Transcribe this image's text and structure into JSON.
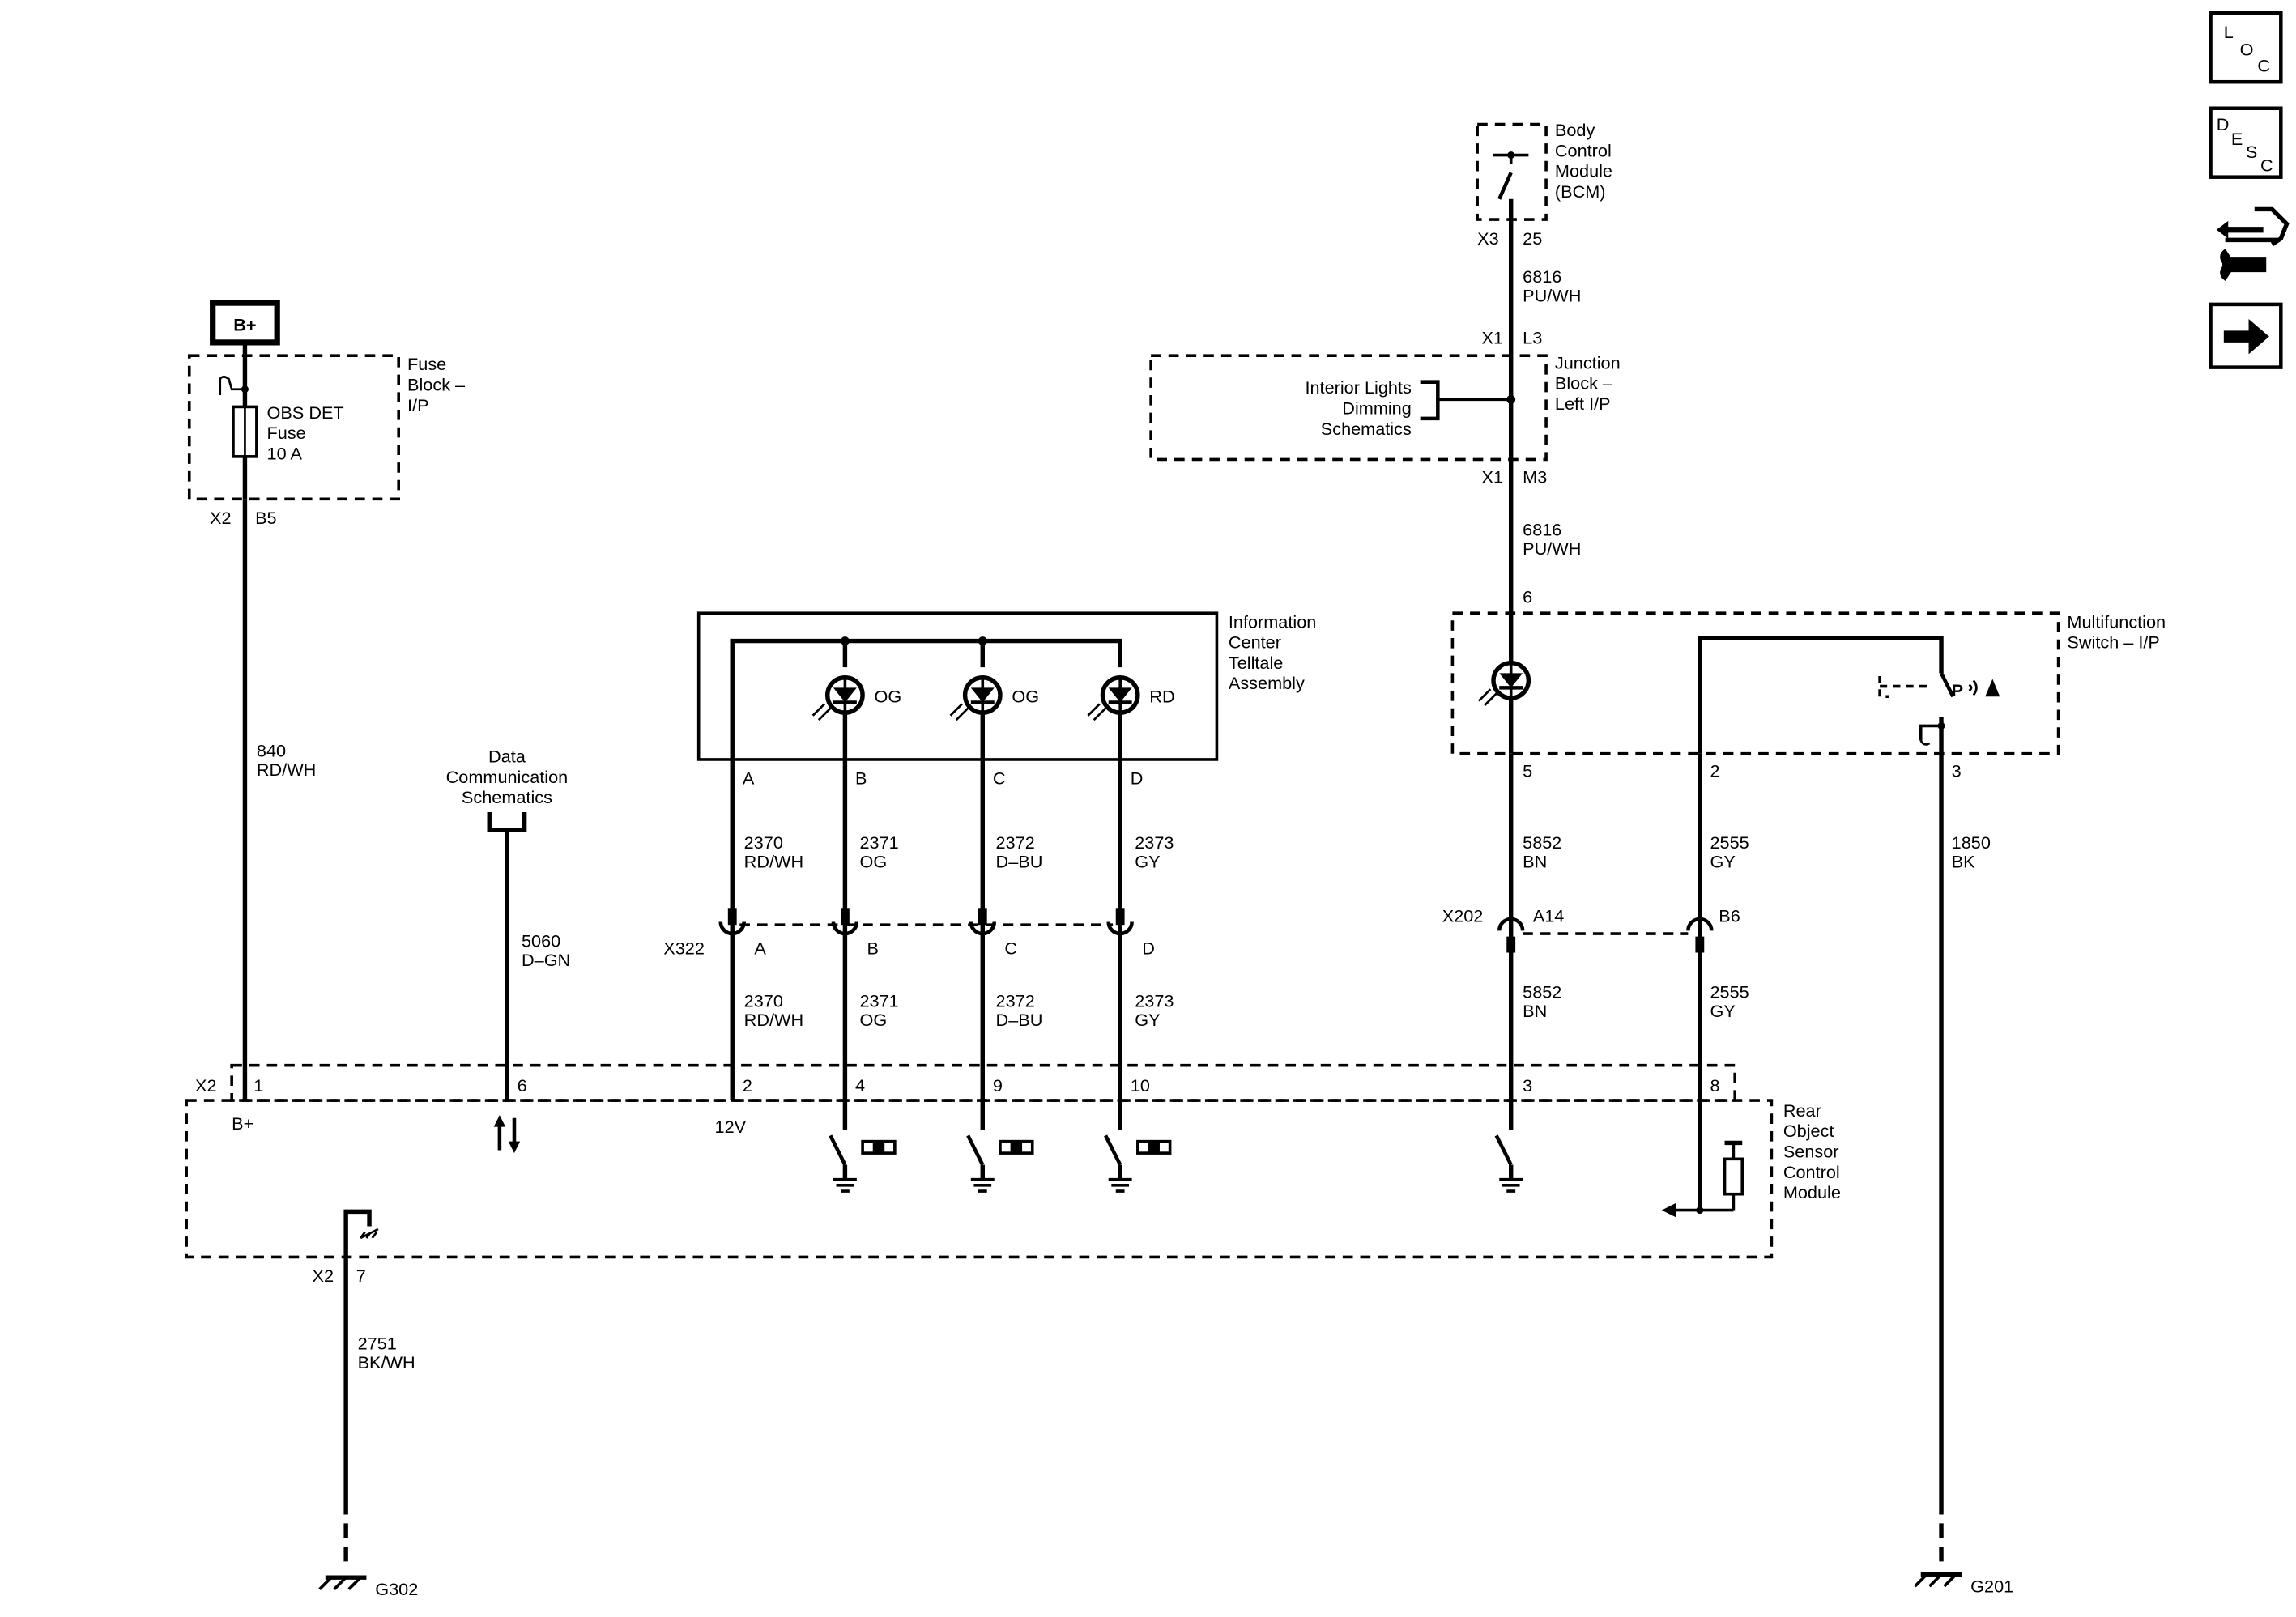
{
  "supply": {
    "b_plus": "B+"
  },
  "fuse_block": {
    "name_lines": [
      "Fuse",
      "Block –",
      "I/P"
    ],
    "fuse_lines": [
      "OBS DET",
      "Fuse",
      "10 A"
    ],
    "connector": "X2",
    "pin": "B5"
  },
  "wire_840": {
    "circuit": "840",
    "color": "RD/WH"
  },
  "data_comm": {
    "label_lines": [
      "Data",
      "Communication",
      "Schematics"
    ]
  },
  "wire_5060": {
    "circuit": "5060",
    "color": "D–GN"
  },
  "telltale": {
    "name_lines": [
      "Information",
      "Center",
      "Telltale",
      "Assembly"
    ],
    "lamps": [
      {
        "color": "OG"
      },
      {
        "color": "OG"
      },
      {
        "color": "RD"
      }
    ],
    "pins": [
      "A",
      "B",
      "C",
      "D"
    ]
  },
  "telltale_wires": [
    {
      "circuit": "2370",
      "color": "RD/WH"
    },
    {
      "circuit": "2371",
      "color": "OG"
    },
    {
      "circuit": "2372",
      "color": "D–BU"
    },
    {
      "circuit": "2373",
      "color": "GY"
    }
  ],
  "x322": {
    "name": "X322",
    "pins": [
      "A",
      "B",
      "C",
      "D"
    ]
  },
  "module": {
    "connector": "X2",
    "pins": [
      "1",
      "6",
      "2",
      "4",
      "9",
      "10",
      "3",
      "8"
    ],
    "b_plus": "B+",
    "v12": "12V",
    "name_lines": [
      "Rear",
      "Object",
      "Sensor",
      "Control",
      "Module"
    ],
    "ground_connector": "X2",
    "ground_pin": "7"
  },
  "wire_2751": {
    "circuit": "2751",
    "color": "BK/WH"
  },
  "ground_g302": "G302",
  "bcm": {
    "name_lines": [
      "Body",
      "Control",
      "Module",
      "(BCM)"
    ],
    "connector": "X3",
    "pin": "25"
  },
  "wire_6816_top": {
    "circuit": "6816",
    "color": "PU/WH"
  },
  "junction_block": {
    "name_lines": [
      "Junction",
      "Block –",
      "Left I/P"
    ],
    "in_connector": "X1",
    "in_pin": "L3",
    "out_connector": "X1",
    "out_pin": "M3",
    "ref_lines": [
      "Interior Lights",
      "Dimming",
      "Schematics"
    ]
  },
  "wire_6816_bottom": {
    "circuit": "6816",
    "color": "PU/WH"
  },
  "multifunction": {
    "name_lines": [
      "Multifunction",
      "Switch – I/P"
    ],
    "pin_top": "6",
    "pins_bottom": [
      "5",
      "2",
      "3"
    ]
  },
  "wire_5852_upper": {
    "circuit": "5852",
    "color": "BN"
  },
  "wire_2555_upper": {
    "circuit": "2555",
    "color": "GY"
  },
  "wire_1850": {
    "circuit": "1850",
    "color": "BK"
  },
  "x202": {
    "name": "X202",
    "pin_a": "A14",
    "pin_b": "B6"
  },
  "wire_5852_lower": {
    "circuit": "5852",
    "color": "BN"
  },
  "wire_2555_lower": {
    "circuit": "2555",
    "color": "GY"
  },
  "ground_g201": "G201",
  "side_icons": {
    "loc": [
      "L",
      "O",
      "C"
    ],
    "desc": [
      "D",
      "E",
      "S",
      "C"
    ]
  }
}
